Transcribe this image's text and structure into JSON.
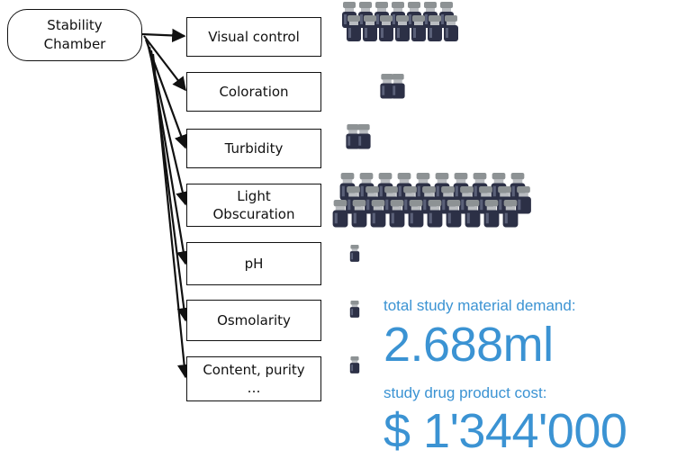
{
  "diagram": {
    "source": {
      "line1": "Stability",
      "line2": "Chamber"
    },
    "tests": [
      {
        "line1": "Visual control",
        "line2": "",
        "vial_count": 14
      },
      {
        "line1": "Coloration",
        "line2": "",
        "vial_count": 2
      },
      {
        "line1": "Turbidity",
        "line2": "",
        "vial_count": 2
      },
      {
        "line1": "Light",
        "line2": "Obscuration",
        "vial_count": 30
      },
      {
        "line1": "pH",
        "line2": "",
        "vial_count": 1
      },
      {
        "line1": "Osmolarity",
        "line2": "",
        "vial_count": 1
      },
      {
        "line1": "Content, purity",
        "line2": "…",
        "vial_count": 1
      }
    ]
  },
  "summary": {
    "demand_label": "total study material demand:",
    "demand_value": "2.688ml",
    "cost_label": "study drug product cost:",
    "cost_value": "$ 1'344'000",
    "accent_color": "#3b93d3"
  },
  "icons": {
    "vial": "vial-icon"
  }
}
